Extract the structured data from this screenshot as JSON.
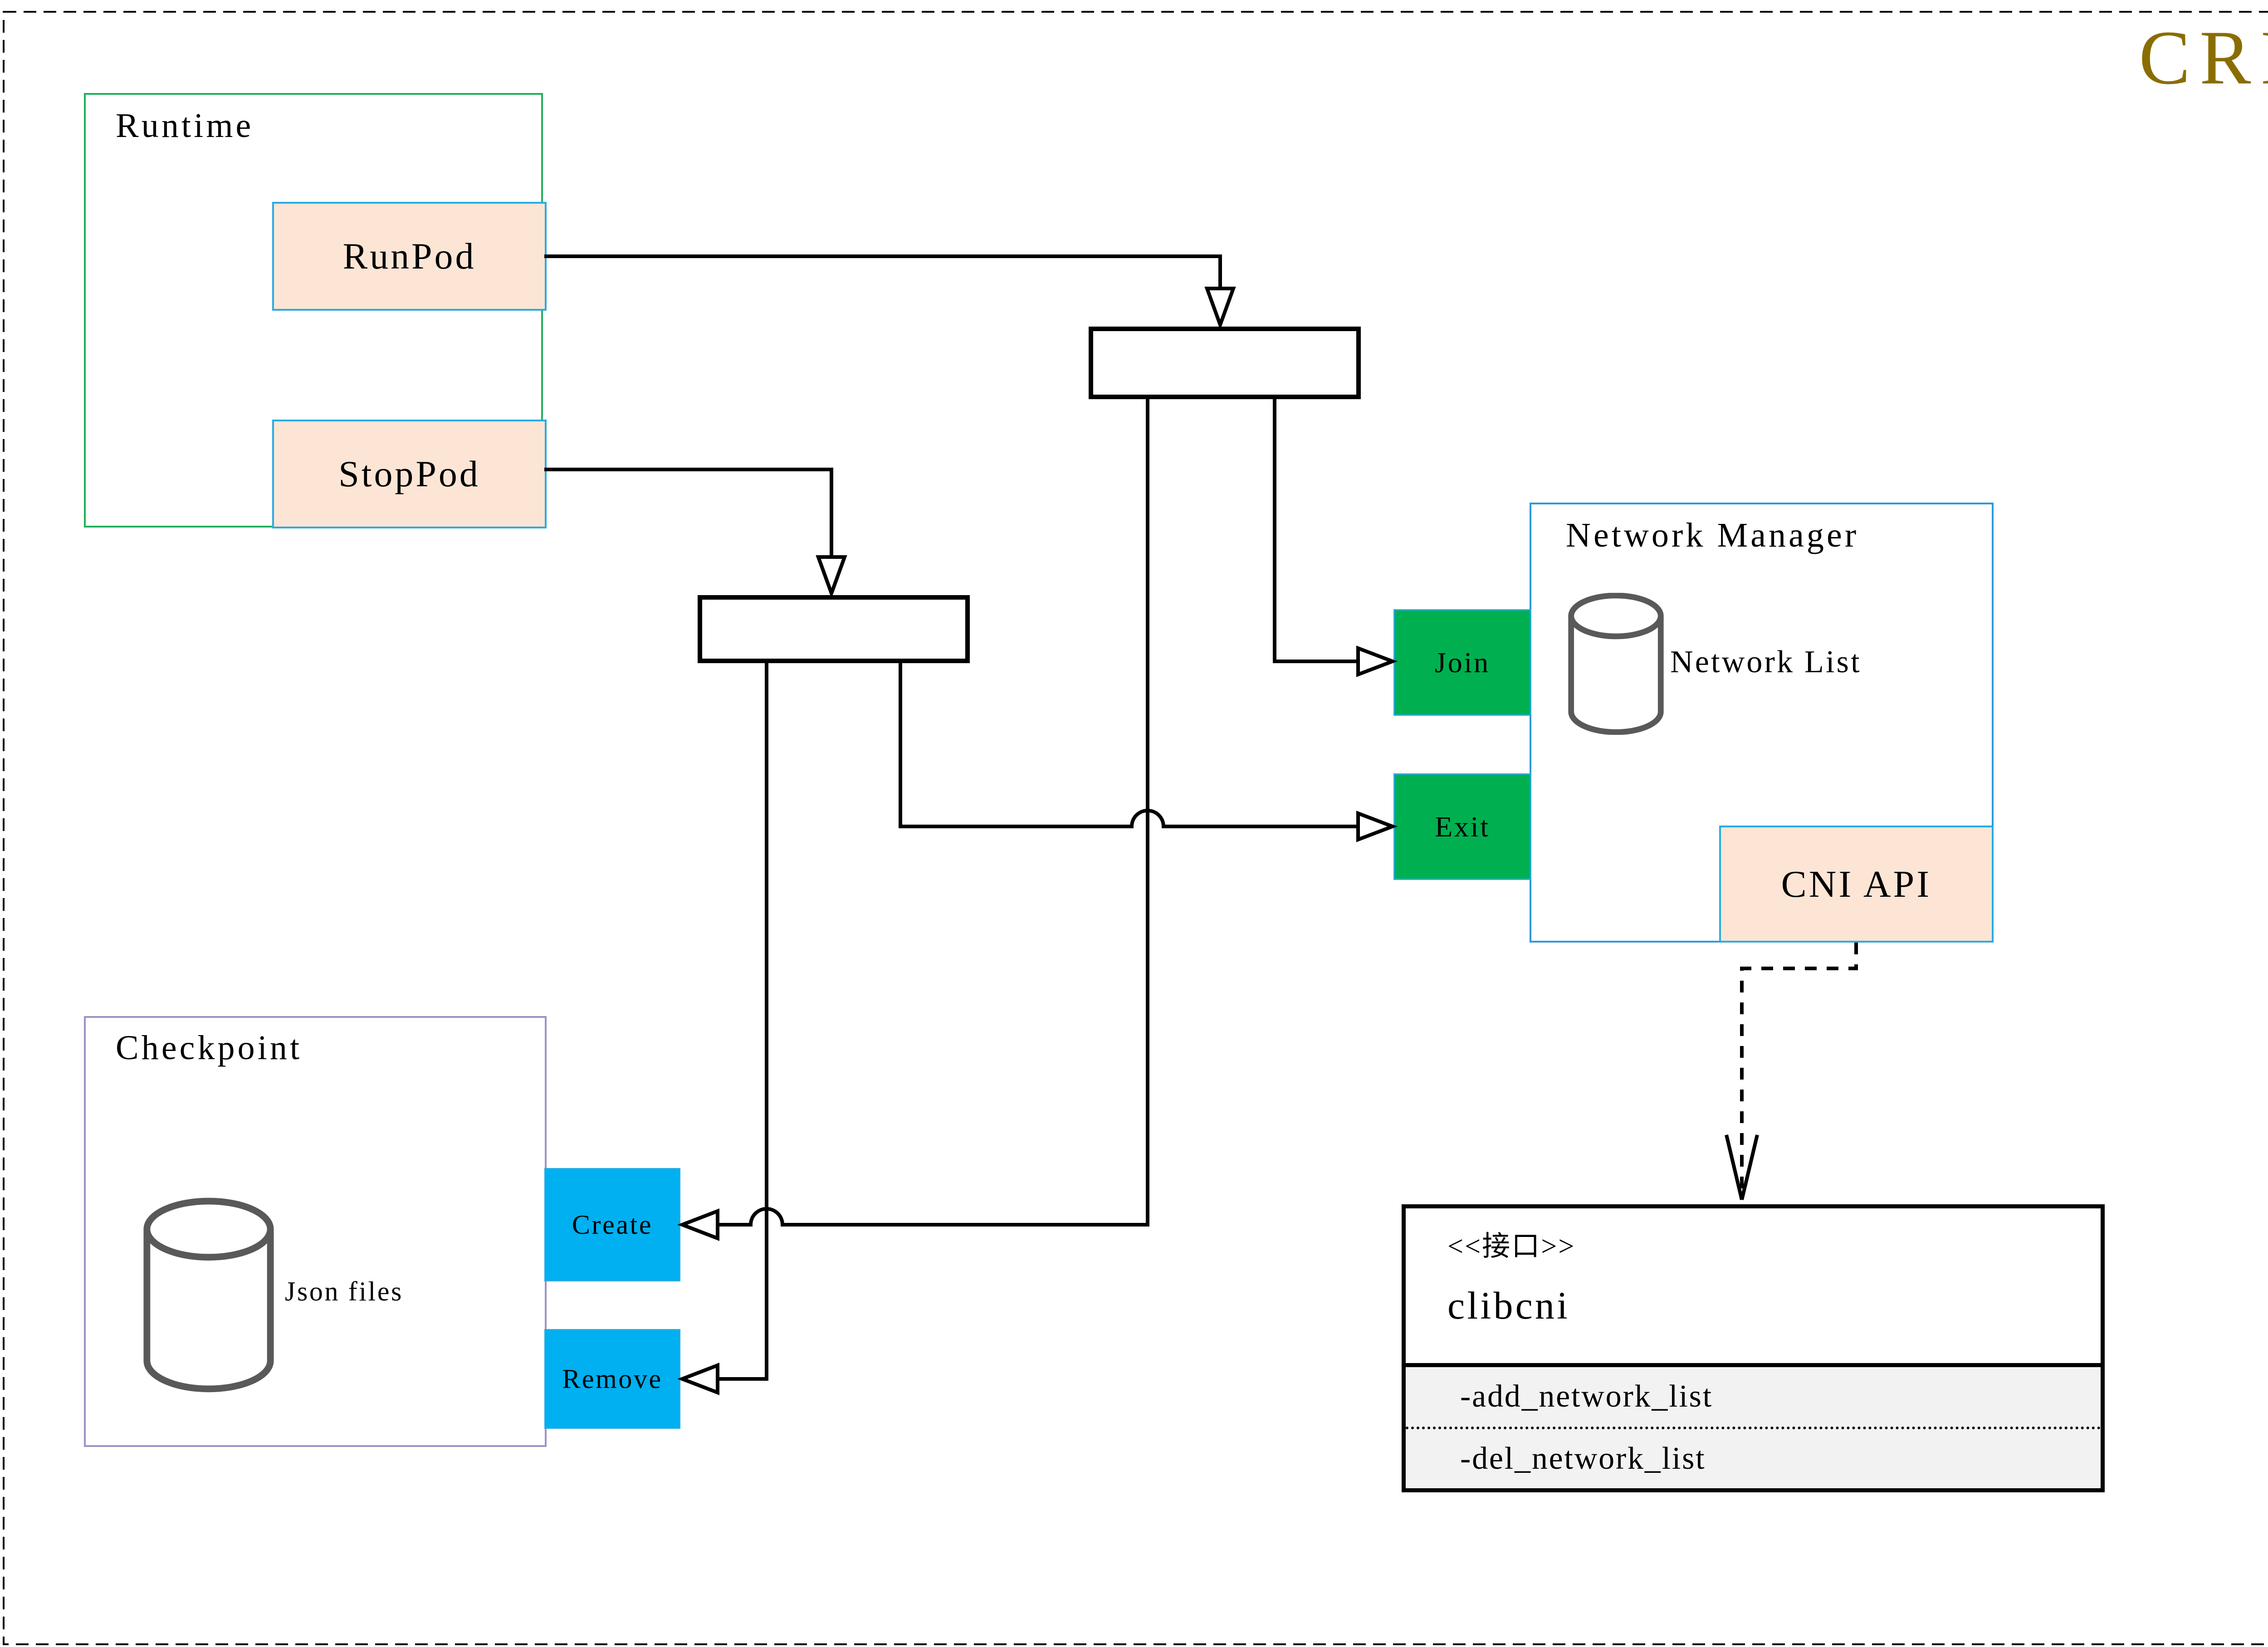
{
  "page": {
    "title": "CRI"
  },
  "colors": {
    "accent": "#8a6d00",
    "runtime_border": "#22b05c",
    "network_border": "#2e9ad8",
    "checkpoint_border": "#9c92c4",
    "action_border": "#29abe2",
    "peach_fill": "#fce5d5",
    "green_fill": "#00b050",
    "blue_fill": "#00b0f0",
    "interface_body_fill": "#f2f2f2",
    "cylinder_stroke": "#595959"
  },
  "runtime": {
    "label": "Runtime",
    "buttons": [
      {
        "label": "RunPod"
      },
      {
        "label": "StopPod"
      }
    ]
  },
  "network_manager": {
    "label": "Network Manager",
    "database_label": "Network List",
    "actions": [
      {
        "label": "Join"
      },
      {
        "label": "Exit"
      }
    ],
    "api_label": "CNI API"
  },
  "checkpoint": {
    "label": "Checkpoint",
    "database_label": "Json files",
    "actions": [
      {
        "label": "Create"
      },
      {
        "label": "Remove"
      }
    ]
  },
  "interface_box": {
    "stereotype": "<<接口>>",
    "name": "clibcni",
    "methods": [
      "-add_network_list",
      "-del_network_list"
    ]
  }
}
